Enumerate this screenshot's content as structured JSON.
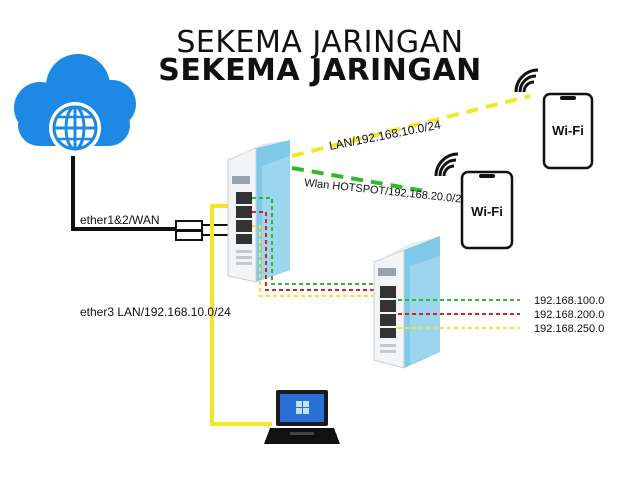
{
  "title_line1": "SEKEMA JARINGAN",
  "title_line2": "SEKEMA JARINGAN",
  "labels": {
    "wan": "ether1&2/WAN",
    "lan_eth3": "ether3 LAN/192.168.10.0/24",
    "lan_wifi": "LAN/192.168.10.0/24",
    "wlan_hotspot": "Wlan HOTSPOT/192.168.20.0/24",
    "net_green": "192.168.100.0",
    "net_red": "192.168.200.0",
    "net_yellow": "192.168.250.0"
  },
  "phones": [
    {
      "label": "Wi-Fi"
    },
    {
      "label": "Wi-Fi"
    }
  ],
  "colors": {
    "cloud": "#1e88e5",
    "router_accent": "#7ec8e8",
    "yellow": "#f5e625",
    "green": "#2dbb2d",
    "red": "#e02020",
    "wan_line": "#111111"
  }
}
